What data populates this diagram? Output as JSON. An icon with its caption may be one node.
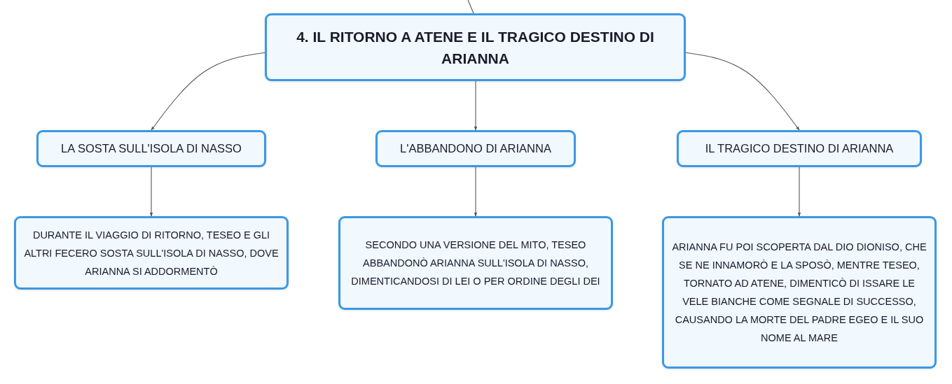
{
  "diagram": {
    "nodes": [
      {
        "text": [
          "4. IL RITORNO A ATENE E IL TRAGICO DESTINO DI ARIANNA"
        ]
      },
      {
        "text": [
          "LA SOSTA SULL'ISOLA DI NASSO"
        ]
      },
      {
        "text": [
          "L'ABBANDONO DI ARIANNA"
        ]
      },
      {
        "text": [
          "IL TRAGICO DESTINO DI ARIANNA"
        ]
      },
      {
        "text": [
          "DURANTE IL VIAGGIO DI RITORNO, TESEO E GLI ALTRI FECERO SOSTA SULL'ISOLA DI NASSO, DOVE ARIANNA SI ADDORMENTÒ"
        ]
      },
      {
        "text": [
          "SECONDO UNA VERSIONE DEL MITO, TESEO ABBANDONÒ ARIANNA SULL'ISOLA DI NASSO, DIMENTICANDOSI DI LEI O PER ORDINE DEGLI DEI"
        ]
      },
      {
        "text": [
          "ARIANNA FU POI SCOPERTA DAL DIO DIONISO, CHE SE NE INNAMORÒ E LA SPOSÒ, MENTRE TESEO, TORNATO AD ATENE, DIMENTICÒ DI ISSARE LE VELE BIANCHE COME SEGNALE DI SUCCESSO, CAUSANDO LA MORTE DEL PADRE EGEO E IL SUO NOME AL MARE"
        ]
      }
    ],
    "edges": [
      {
        "from": null,
        "to": 0,
        "arrow": "none"
      },
      {
        "from": 0,
        "to": 1,
        "arrow": "to"
      },
      {
        "from": 0,
        "to": 2,
        "arrow": "to"
      },
      {
        "from": 0,
        "to": 3,
        "arrow": "to"
      },
      {
        "from": 1,
        "to": 4,
        "arrow": "to"
      },
      {
        "from": 2,
        "to": 5,
        "arrow": "to"
      },
      {
        "from": 3,
        "to": 6,
        "arrow": "to"
      }
    ]
  }
}
